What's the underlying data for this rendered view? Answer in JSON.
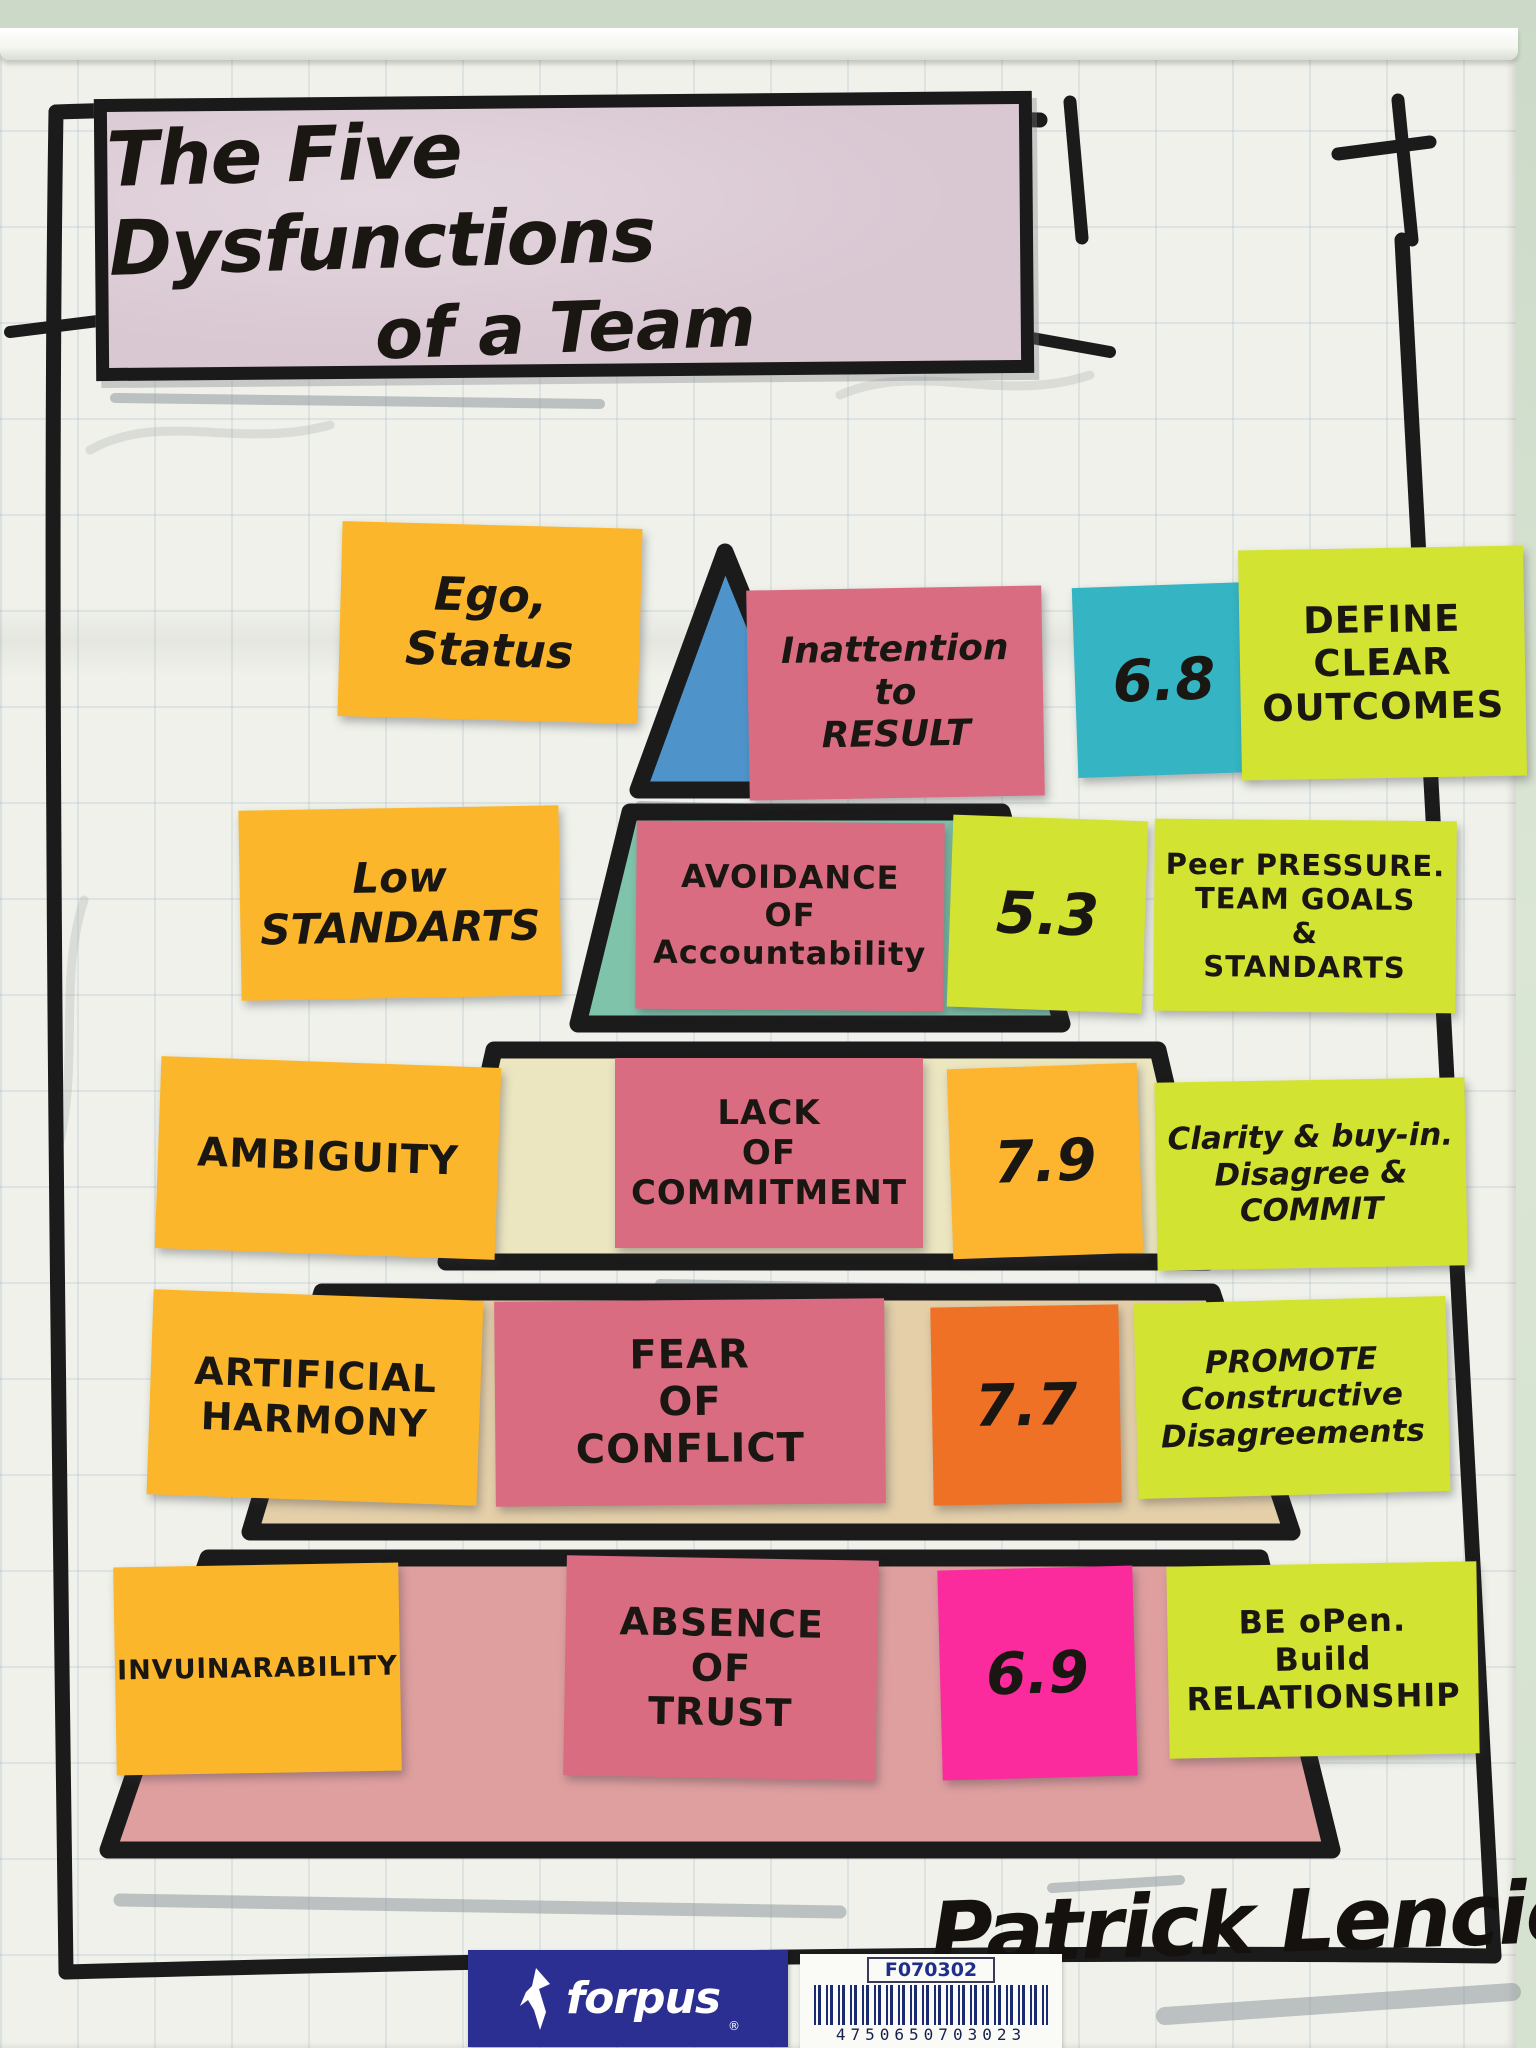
{
  "title": {
    "line1": "The Five Dysfunctions",
    "line2": "of a Team"
  },
  "pyramid_rows": [
    {
      "cause": "Ego,\nStatus",
      "dysfunction": "Inattention\nto\nRESULT",
      "score": "6.8",
      "score_note_color": "#35b4c3",
      "remedy": "DEFINE\nCLEAR\nOUTCOMES",
      "layer_color": "#4e94cb"
    },
    {
      "cause": "Low\nSTANDARTS",
      "dysfunction": "AVOIDANCE\nOF\nAccountability",
      "score": "5.3",
      "score_note_color": "#d2e431",
      "remedy": "Peer PRESSURE.\nTEAM GOALS\n&\nSTANDARTS",
      "layer_color": "#7fc3ab"
    },
    {
      "cause": "AMBIGUITY",
      "dysfunction": "LACK\nOF\nCOMMITMENT",
      "score": "7.9",
      "score_note_color": "#fdb52f",
      "remedy": "Clarity & buy-in.\nDisagree &\nCOMMIT",
      "layer_color": "#ebe5c0"
    },
    {
      "cause": "ARTIFICIAL\nHARMONY",
      "dysfunction": "FEAR\nOF\nCONFLICT",
      "score": "7.7",
      "score_note_color": "#ee7125",
      "remedy": "PROMOTE\nConstructive\nDisagreements",
      "layer_color": "#e4cfa9"
    },
    {
      "cause": "INVUlNARABILITY",
      "dysfunction": "ABSENCE\nOF\nTRUST",
      "score": "6.9",
      "score_note_color": "#fb2b9d",
      "remedy": "BE oPen.\nBuild\nRELATIONSHIP",
      "layer_color": "#df9f9f"
    }
  ],
  "signature": "Patrick Lencioni",
  "note_colors": {
    "cause": "#fcb62b",
    "dysfunction": "#d96c81",
    "remedy": "#d2e431"
  },
  "footer": {
    "brand": "forpus",
    "logo_icon": "parrot-icon",
    "product_code": "F070302",
    "barcode_digits": "4750650703023"
  }
}
